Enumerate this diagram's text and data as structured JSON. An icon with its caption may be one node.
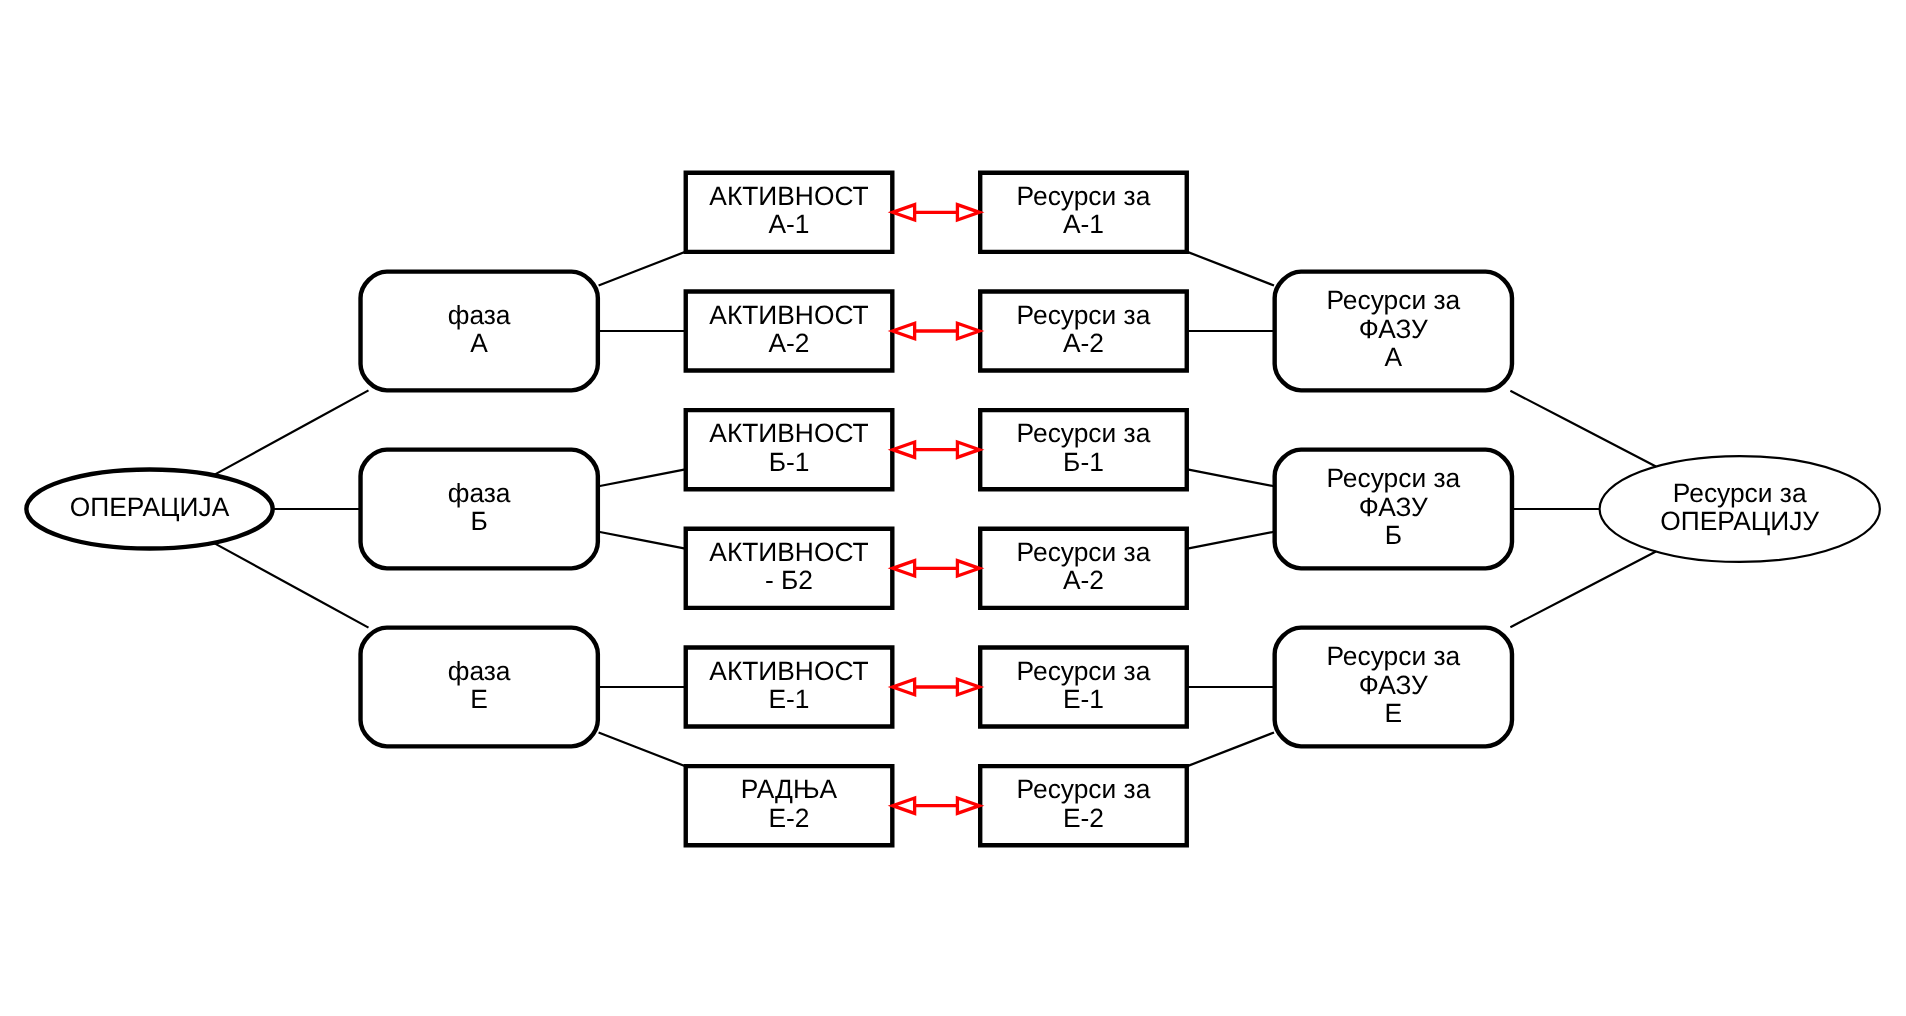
{
  "diagram": {
    "nodes": [
      {
        "text": [
          "ОПЕРАЦИЈА"
        ]
      },
      {
        "text": [
          "фаза",
          "А"
        ]
      },
      {
        "text": [
          "фаза",
          "Б"
        ]
      },
      {
        "text": [
          "фаза",
          "Е"
        ]
      },
      {
        "text": [
          "АКТИВНОСТ",
          "А-1"
        ]
      },
      {
        "text": [
          "АКТИВНОСТ",
          "А-2"
        ]
      },
      {
        "text": [
          "АКТИВНОСТ",
          "Б-1"
        ]
      },
      {
        "text": [
          "АКТИВНОСТ",
          "- Б2"
        ]
      },
      {
        "text": [
          "АКТИВНОСТ",
          "Е-1"
        ]
      },
      {
        "text": [
          "РАДЊА",
          "Е-2"
        ]
      },
      {
        "text": [
          "Ресурси за",
          "А-1"
        ]
      },
      {
        "text": [
          "Ресурси за",
          "А-2"
        ]
      },
      {
        "text": [
          "Ресурси за",
          "Б-1"
        ]
      },
      {
        "text": [
          "Ресурси за",
          "А-2"
        ]
      },
      {
        "text": [
          "Ресурси за",
          "Е-1"
        ]
      },
      {
        "text": [
          "Ресурси за",
          "Е-2"
        ]
      },
      {
        "text": [
          "Ресурси за",
          "ФАЗУ",
          "А"
        ]
      },
      {
        "text": [
          "Ресурси за",
          "ФАЗУ",
          "Б"
        ]
      },
      {
        "text": [
          "Ресурси за",
          "ФАЗУ",
          "Е"
        ]
      },
      {
        "text": [
          "Ресурси за",
          "ОПЕРАЦИЈУ"
        ]
      }
    ],
    "edges": [
      {
        "from": 0,
        "to": 1,
        "arrow": "none"
      },
      {
        "from": 0,
        "to": 2,
        "arrow": "none"
      },
      {
        "from": 0,
        "to": 3,
        "arrow": "none"
      },
      {
        "from": 1,
        "to": 4,
        "arrow": "none"
      },
      {
        "from": 1,
        "to": 5,
        "arrow": "none"
      },
      {
        "from": 2,
        "to": 6,
        "arrow": "none"
      },
      {
        "from": 2,
        "to": 7,
        "arrow": "none"
      },
      {
        "from": 3,
        "to": 8,
        "arrow": "none"
      },
      {
        "from": 3,
        "to": 9,
        "arrow": "none"
      },
      {
        "from": 4,
        "to": 10,
        "arrow": "both",
        "color": "#ff0000"
      },
      {
        "from": 5,
        "to": 11,
        "arrow": "both",
        "color": "#ff0000"
      },
      {
        "from": 6,
        "to": 12,
        "arrow": "both",
        "color": "#ff0000"
      },
      {
        "from": 7,
        "to": 13,
        "arrow": "both",
        "color": "#ff0000"
      },
      {
        "from": 8,
        "to": 14,
        "arrow": "both",
        "color": "#ff0000"
      },
      {
        "from": 9,
        "to": 15,
        "arrow": "both",
        "color": "#ff0000"
      },
      {
        "from": 10,
        "to": 16,
        "arrow": "none"
      },
      {
        "from": 11,
        "to": 16,
        "arrow": "none"
      },
      {
        "from": 12,
        "to": 17,
        "arrow": "none"
      },
      {
        "from": 13,
        "to": 17,
        "arrow": "none"
      },
      {
        "from": 14,
        "to": 18,
        "arrow": "none"
      },
      {
        "from": 15,
        "to": 18,
        "arrow": "none"
      },
      {
        "from": 16,
        "to": 19,
        "arrow": "none"
      },
      {
        "from": 17,
        "to": 19,
        "arrow": "none"
      },
      {
        "from": 18,
        "to": 19,
        "arrow": "none"
      }
    ]
  }
}
